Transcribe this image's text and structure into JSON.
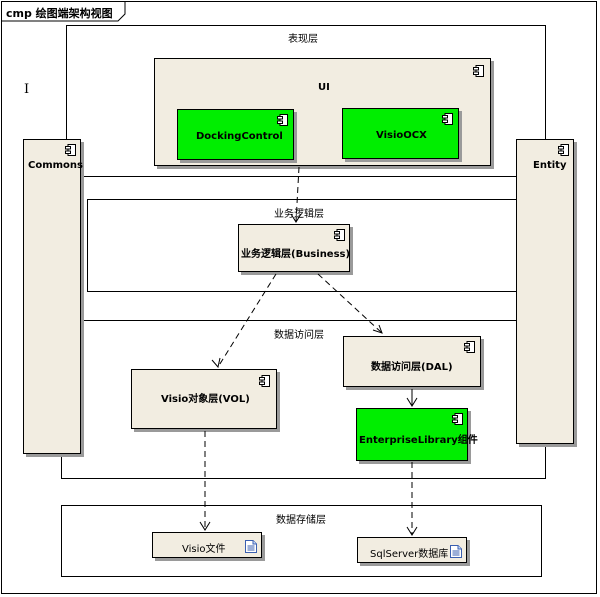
{
  "diagram_title": "cmp 绘图端架构视图",
  "layers": {
    "presentation": "表现层",
    "business": "业务逻辑层",
    "data_access": "数据访问层",
    "data_storage": "数据存储层"
  },
  "components": {
    "ui": "UI",
    "docking_control": "DockingControl",
    "visio_ocx": "VisioOCX",
    "commons": "Commons",
    "entity": "Entity",
    "business": "业务逻辑层(Business)",
    "dal": "数据访问层(DAL)",
    "vol": "Visio对象层(VOL)",
    "enterprise_library": "EnterpriseLibrary组件"
  },
  "artifacts": {
    "visio_file": "Visio文件",
    "sqlserver_db": "SqlServer数据库"
  },
  "colors": {
    "component_fill": "#f2ede1",
    "highlight_fill": "#00ee00"
  }
}
